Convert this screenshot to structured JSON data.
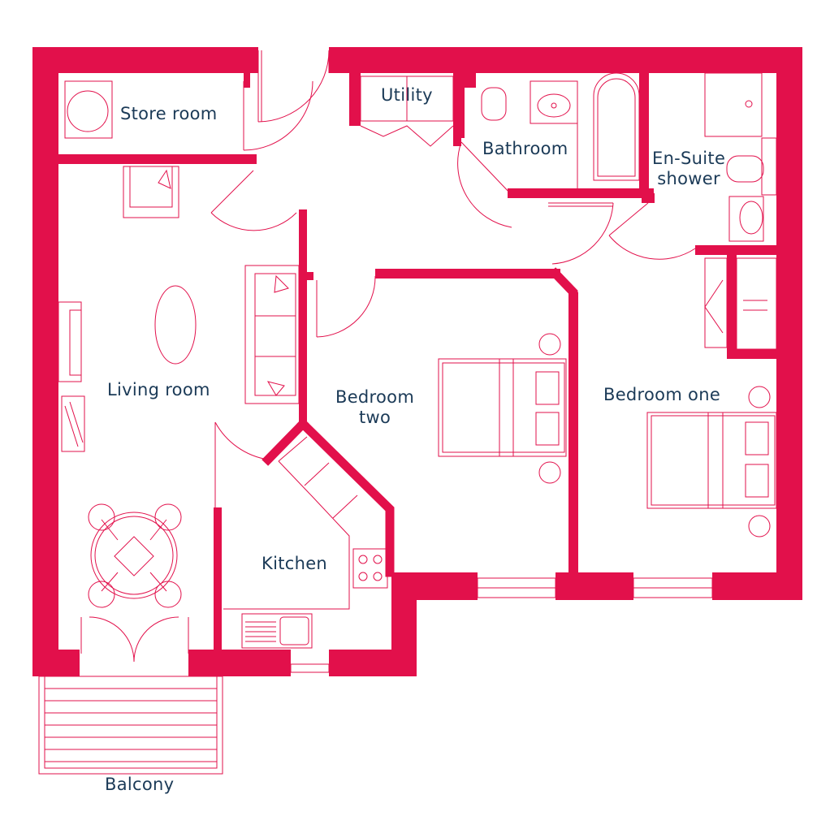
{
  "colors": {
    "wall": "#e2104b",
    "fixture": "#e2104b",
    "text": "#1b3a57",
    "background": "#ffffff"
  },
  "rooms": {
    "store_room": "Store room",
    "utility": "Utility",
    "bathroom": "Bathroom",
    "ensuite_line1": "En-Suite",
    "ensuite_line2": "shower",
    "living_room": "Living room",
    "bedroom_two_line1": "Bedroom",
    "bedroom_two_line2": "two",
    "bedroom_one": "Bedroom one",
    "kitchen": "Kitchen",
    "balcony": "Balcony"
  }
}
